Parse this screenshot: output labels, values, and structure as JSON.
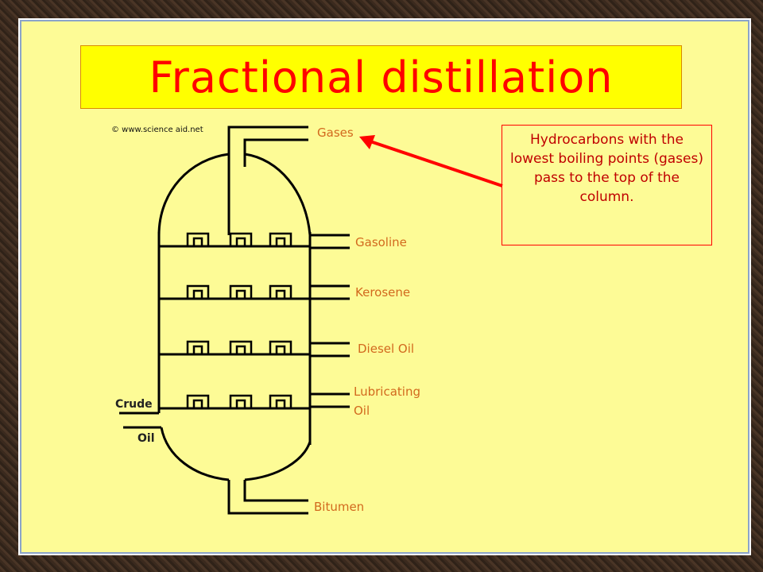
{
  "title": "Fractional distillation",
  "copyright": "© www.science aid.net",
  "callout_text": "Hydrocarbons with the lowest boiling points (gases) pass to the top of the column.",
  "fractions": {
    "gases": "Gases",
    "gasoline": "Gasoline",
    "kerosene": "Kerosene",
    "diesel": "Diesel Oil",
    "lubricating_1": "Lubricating",
    "lubricating_2": "Oil",
    "bitumen": "Bitumen"
  },
  "input": {
    "line1": "Crude",
    "line2": "Oil"
  },
  "colors": {
    "title": "#ff0000",
    "fraction_labels": "#d2691e",
    "arrow": "#ff0000"
  }
}
